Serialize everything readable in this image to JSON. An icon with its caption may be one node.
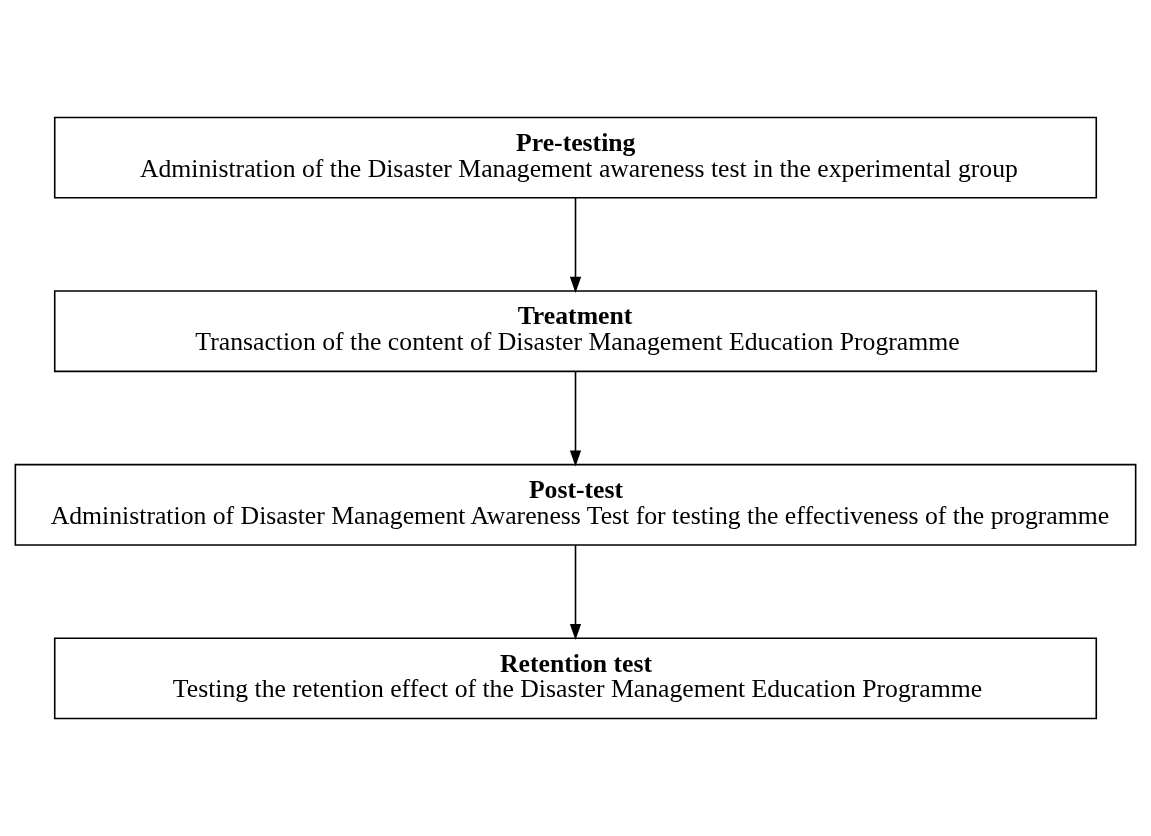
{
  "diagram": {
    "nodes": [
      {
        "text": [
          "Pre-testing",
          "Administration of the Disaster Management awareness test in the experimental group"
        ]
      },
      {
        "text": [
          "Treatment",
          "Transaction of the content of Disaster Management Education Programme"
        ]
      },
      {
        "text": [
          "Post-test",
          "Administration of Disaster Management Awareness Test for testing the effectiveness of the programme"
        ]
      },
      {
        "text": [
          "Retention test",
          "Testing the retention effect of the Disaster Management Education Programme"
        ]
      }
    ],
    "edges": [
      {
        "from": 0,
        "to": 1,
        "arrow": "to"
      },
      {
        "from": 1,
        "to": 2,
        "arrow": "to"
      },
      {
        "from": 2,
        "to": 3,
        "arrow": "to"
      }
    ]
  }
}
